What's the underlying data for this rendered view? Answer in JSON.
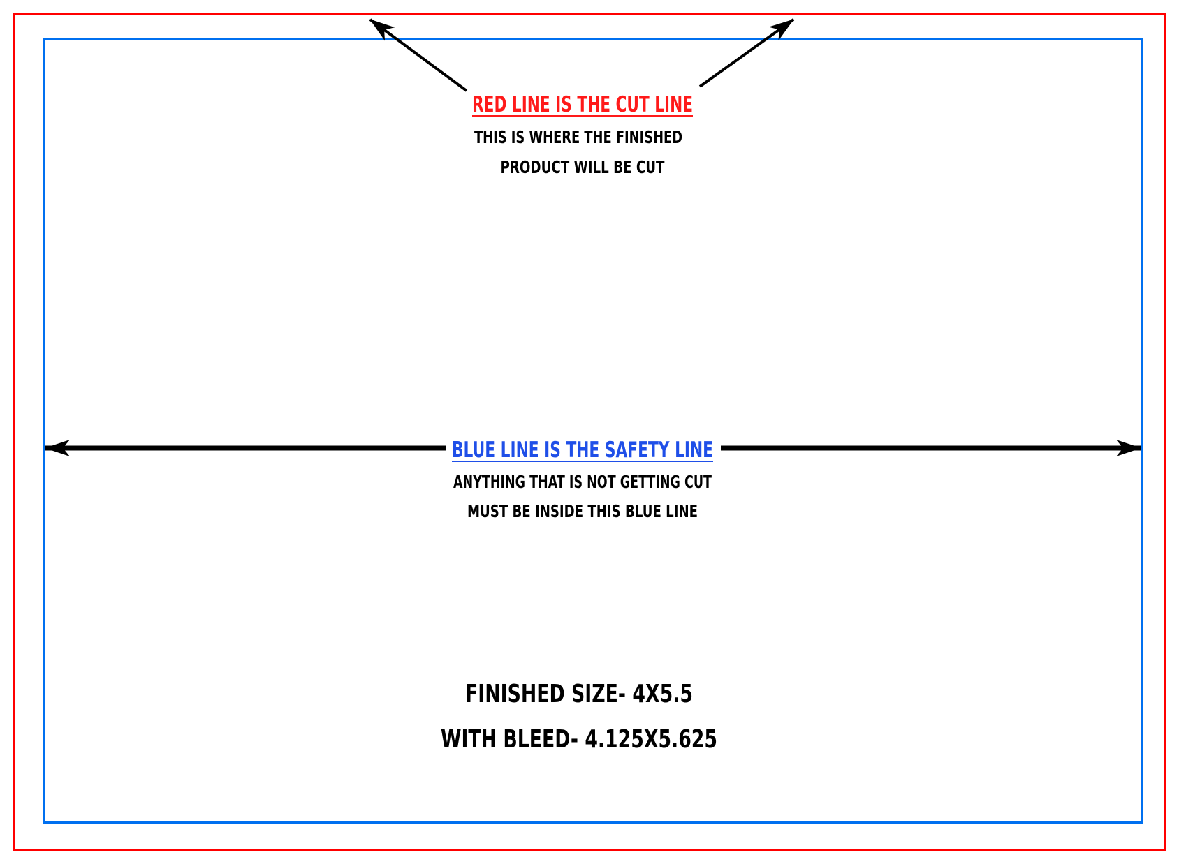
{
  "colors": {
    "cut_line": "#ff0000",
    "safety_line": "#0070f0",
    "safety_heading": "#1f4fe8",
    "cut_heading": "#ff1a1a",
    "arrows": "#000000",
    "background": "#ffffff"
  },
  "cut_note": {
    "heading": "RED LINE IS THE CUT LINE",
    "line1": "THIS IS WHERE THE FINISHED",
    "line2": "PRODUCT WILL BE CUT"
  },
  "safety_note": {
    "heading": "BLUE LINE IS THE SAFETY LINE",
    "line1": "ANYTHING THAT IS NOT GETTING CUT",
    "line2": "MUST BE INSIDE THIS BLUE LINE"
  },
  "size_info": {
    "finished": "FINISHED SIZE- 4X5.5",
    "with_bleed": "WITH BLEED- 4.125X5.625"
  }
}
